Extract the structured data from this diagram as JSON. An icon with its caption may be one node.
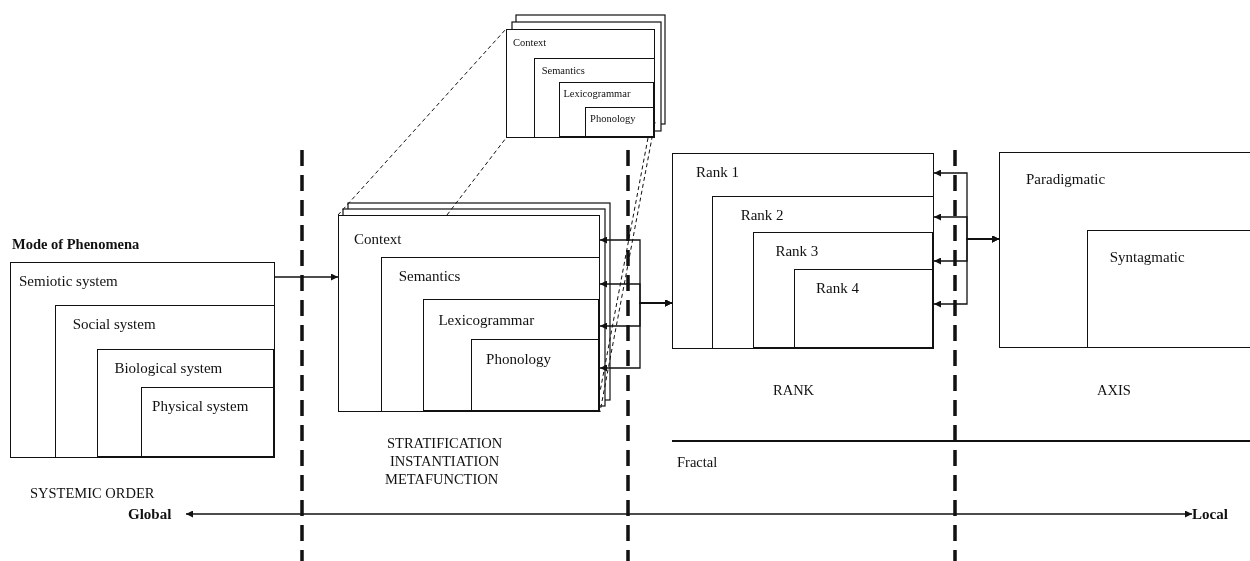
{
  "diagram": {
    "nodes": [
      {
        "text": [
          "Semiotic system"
        ]
      },
      {
        "text": [
          "Social system"
        ],
        "in": 0
      },
      {
        "text": [
          "Biological system"
        ],
        "in": 1
      },
      {
        "text": [
          "Physical system"
        ],
        "in": 2
      },
      {
        "text": [
          "Context"
        ]
      },
      {
        "text": [
          "Semantics"
        ],
        "in": 4
      },
      {
        "text": [
          "Lexicogrammar"
        ],
        "in": 5
      },
      {
        "text": [
          "Phonology"
        ],
        "in": 6
      },
      {
        "text": [
          "Context"
        ]
      },
      {
        "text": [
          "Semantics"
        ],
        "in": 8
      },
      {
        "text": [
          "Lexicogrammar"
        ],
        "in": 9
      },
      {
        "text": [
          "Phonology"
        ],
        "in": 10
      },
      {
        "text": [
          "Rank 1"
        ]
      },
      {
        "text": [
          "Rank 2"
        ],
        "in": 12
      },
      {
        "text": [
          "Rank 3"
        ],
        "in": 13
      },
      {
        "text": [
          "Rank 4"
        ],
        "in": 14
      },
      {
        "text": [
          "Paradigmatic"
        ]
      },
      {
        "text": [
          "Syntagmatic"
        ],
        "in": 16
      },
      {
        "text": [
          "Global"
        ]
      },
      {
        "text": [
          "Local"
        ]
      }
    ],
    "edges": [
      {
        "from": 0,
        "to": 4,
        "arrow": "to"
      },
      {
        "from": 4,
        "to": 12,
        "arrow": "both"
      },
      {
        "from": 5,
        "to": 12,
        "arrow": "both"
      },
      {
        "from": 6,
        "to": 12,
        "arrow": "both"
      },
      {
        "from": 7,
        "to": 12,
        "arrow": "both"
      },
      {
        "from": 12,
        "to": 16,
        "arrow": "both"
      },
      {
        "from": 13,
        "to": 16,
        "arrow": "both"
      },
      {
        "from": 14,
        "to": 16,
        "arrow": "both"
      },
      {
        "from": 15,
        "to": 16,
        "arrow": "both"
      },
      {
        "from": 18,
        "to": 19,
        "arrow": "both"
      },
      {
        "from": 4,
        "to": 8,
        "arrow": "none",
        "style": "dashed"
      },
      {
        "from": 4,
        "to": 8,
        "arrow": "none",
        "style": "dashed"
      },
      {
        "from": 8,
        "to": 7,
        "arrow": "none",
        "style": "dashed"
      },
      {
        "from": 8,
        "to": 7,
        "arrow": "none",
        "style": "dashed"
      }
    ],
    "labels": [
      "Mode of Phenomena",
      "RANK",
      "AXIS",
      "STRATIFICATION",
      "INSTANTIATION",
      "METAFUNCTION",
      "Fractal",
      "SYSTEMIC ORDER"
    ]
  }
}
